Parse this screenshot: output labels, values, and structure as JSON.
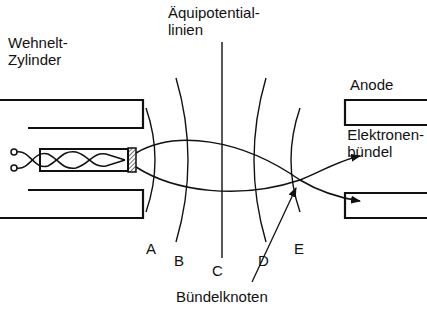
{
  "diagram": {
    "labels": [
      "Äquipotential- linien",
      "Wehnelt- Zylinder",
      "Anode",
      "Elektronen- bündel",
      "A",
      "B",
      "C",
      "D",
      "E",
      "Bündelknoten"
    ]
  }
}
